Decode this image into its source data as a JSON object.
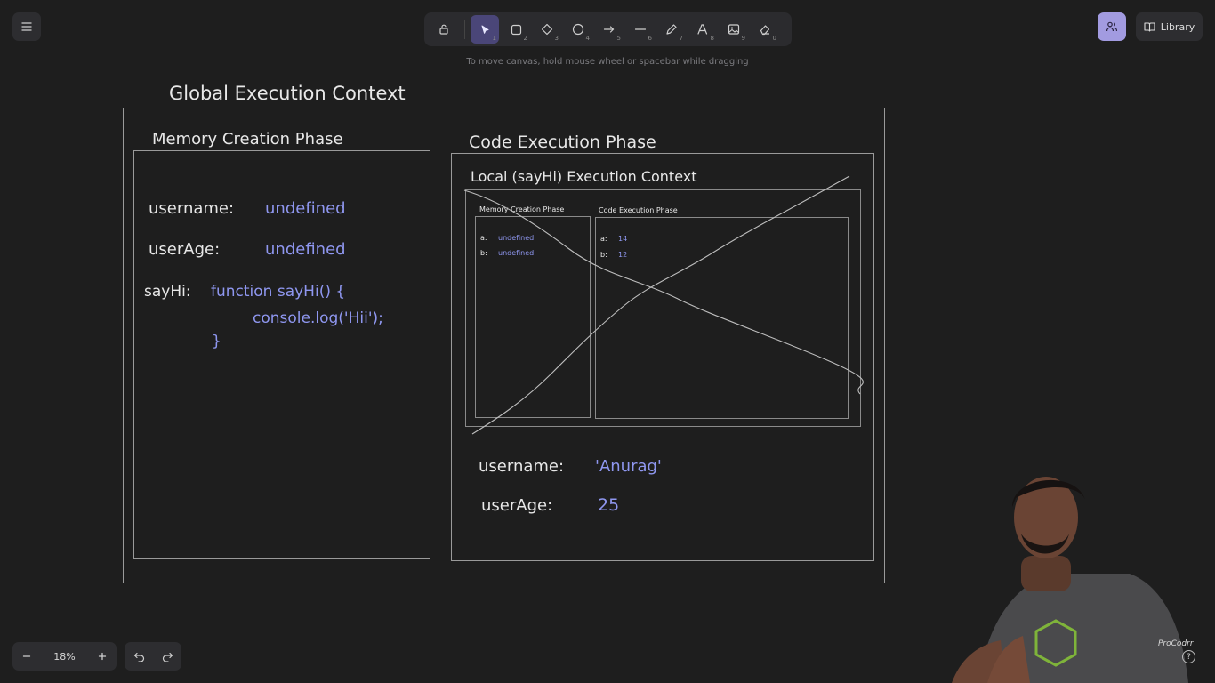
{
  "toolbar": {
    "tools": [
      {
        "name": "lock",
        "key": ""
      },
      {
        "name": "selection",
        "key": "1"
      },
      {
        "name": "rectangle",
        "key": "2"
      },
      {
        "name": "diamond",
        "key": "3"
      },
      {
        "name": "ellipse",
        "key": "4"
      },
      {
        "name": "arrow",
        "key": "5"
      },
      {
        "name": "line",
        "key": "6"
      },
      {
        "name": "draw",
        "key": "7"
      },
      {
        "name": "text",
        "key": "8"
      },
      {
        "name": "image",
        "key": "9"
      },
      {
        "name": "eraser",
        "key": "0"
      }
    ],
    "active_tool": "selection",
    "hint": "To move canvas, hold mouse wheel or spacebar while dragging"
  },
  "header": {
    "library_label": "Library"
  },
  "canvas": {
    "global_title": "Global Execution Context",
    "memory_title": "Memory Creation Phase",
    "memory_rows": [
      {
        "key": "username:",
        "value": "undefined"
      },
      {
        "key": "userAge:",
        "value": "undefined"
      }
    ],
    "sayhi_key": "sayHi:",
    "sayhi_line1": "function sayHi() {",
    "sayhi_line2": "console.log('Hii');",
    "sayhi_line3": "}",
    "code_title": "Code Execution Phase",
    "local_title": "Local (sayHi) Execution Context",
    "local_memory_title": "Memory Creation Phase",
    "local_code_title": "Code Execution Phase",
    "local_memory_rows": [
      {
        "key": "a:",
        "value": "undefined"
      },
      {
        "key": "b:",
        "value": "undefined"
      }
    ],
    "local_code_rows": [
      {
        "key": "a:",
        "value": "14"
      },
      {
        "key": "b:",
        "value": "12"
      }
    ],
    "exec_rows": [
      {
        "key": "username:",
        "value": "'Anurag'"
      },
      {
        "key": "userAge:",
        "value": "25"
      }
    ],
    "accent_color": "#8f97f0"
  },
  "footer": {
    "zoom": "18%",
    "watermark": "ProCodrr",
    "help": "?"
  },
  "colors": {
    "background": "#1e1e1e",
    "active_tool": "#4a4678",
    "collab_button": "#a29be0"
  }
}
